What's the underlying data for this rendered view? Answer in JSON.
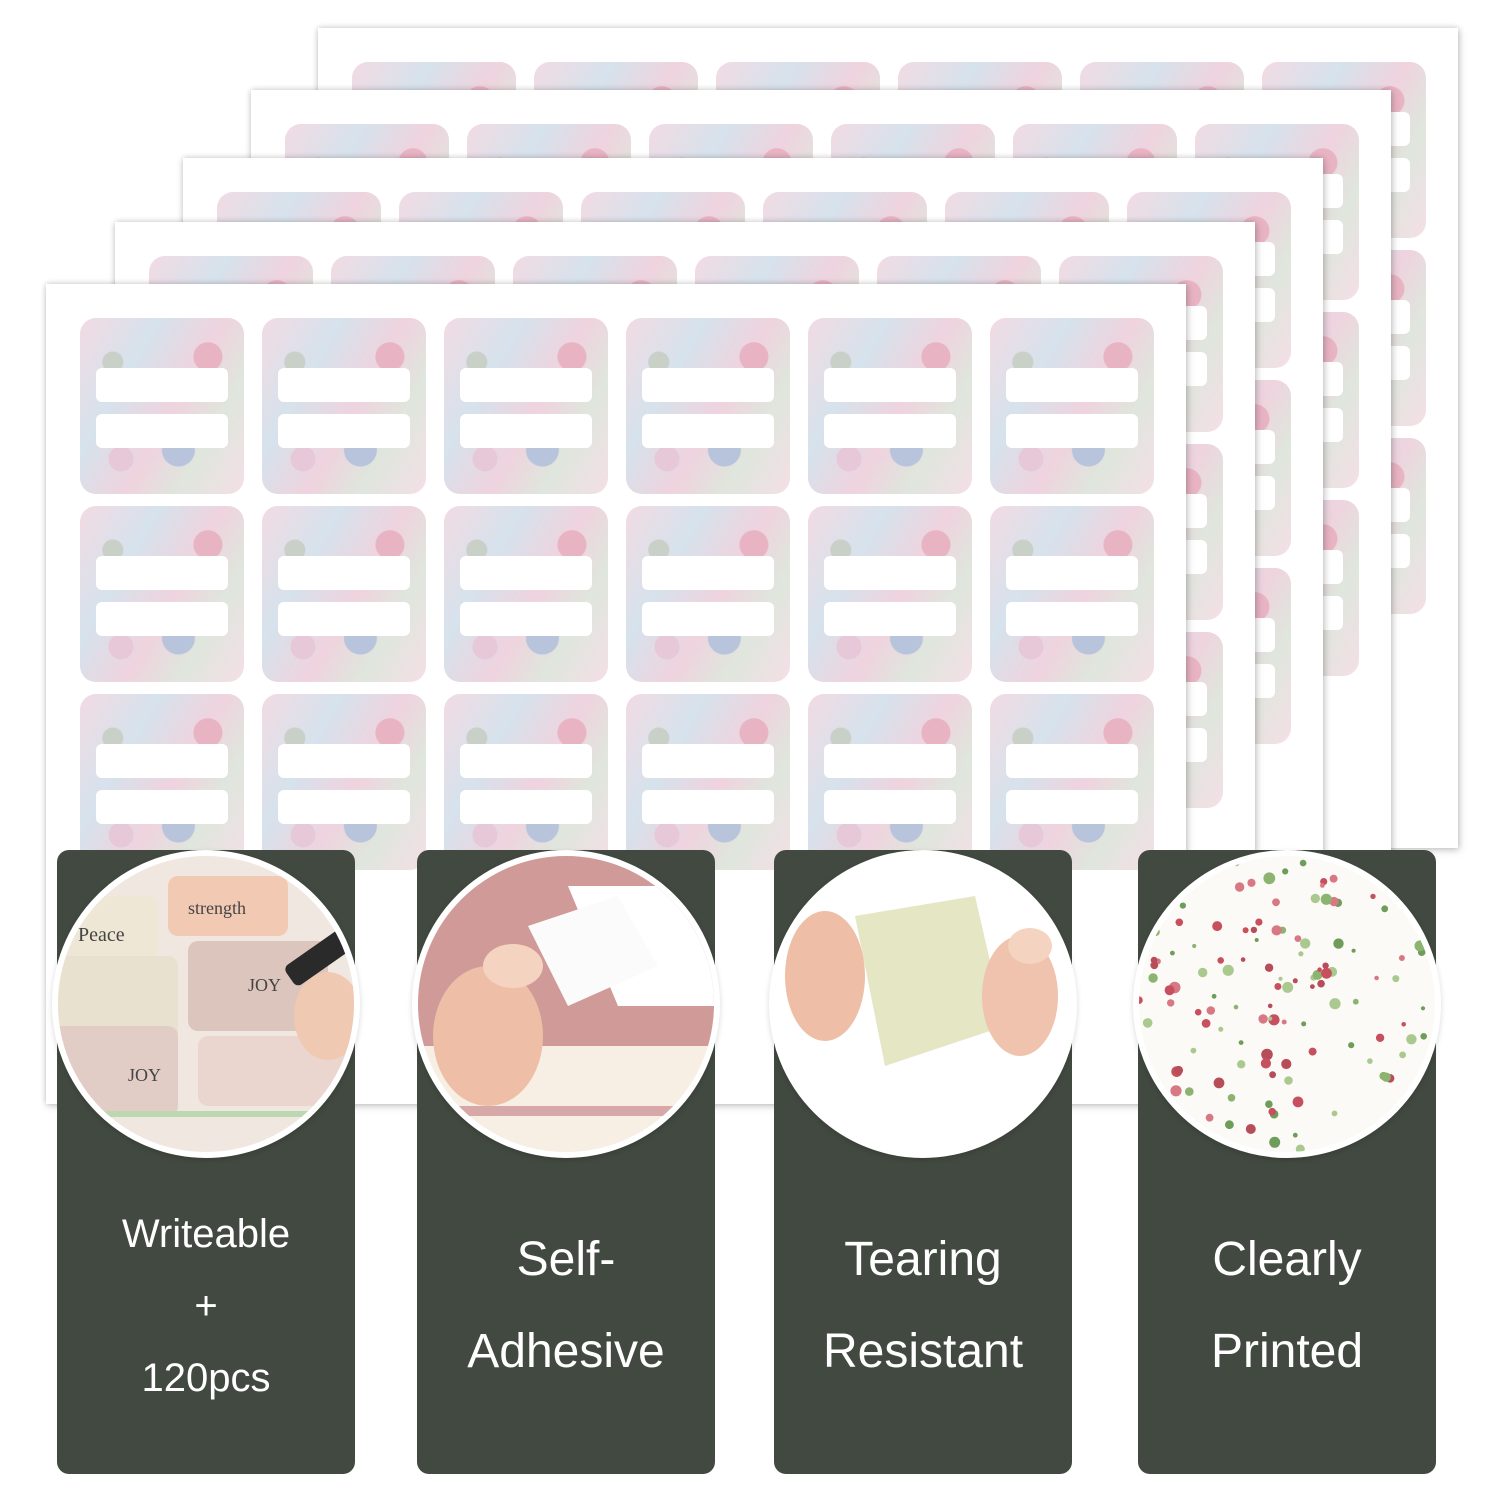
{
  "product": {
    "sheet_count_shown": 5,
    "labels_per_sheet_visible": 18
  },
  "colors": {
    "card_background": "#424940",
    "card_text": "#ffffff",
    "label_pattern": [
      "#f2dbe3",
      "#d6e2ec",
      "#efd3de",
      "#dfe6dd",
      "#e8b4c4",
      "#b8c4dc"
    ]
  },
  "features": [
    {
      "title": "Writeable\n+\n120pcs",
      "image": "writing-on-labels",
      "handwriting": [
        "Peace",
        "strength",
        "JOY",
        "JOY"
      ]
    },
    {
      "title": "Self-\nAdhesive",
      "image": "peeling-sticker"
    },
    {
      "title": "Tearing\nResistant",
      "image": "stretching-label"
    },
    {
      "title": "Clearly\nPrinted",
      "image": "floral-print-closeup"
    }
  ]
}
